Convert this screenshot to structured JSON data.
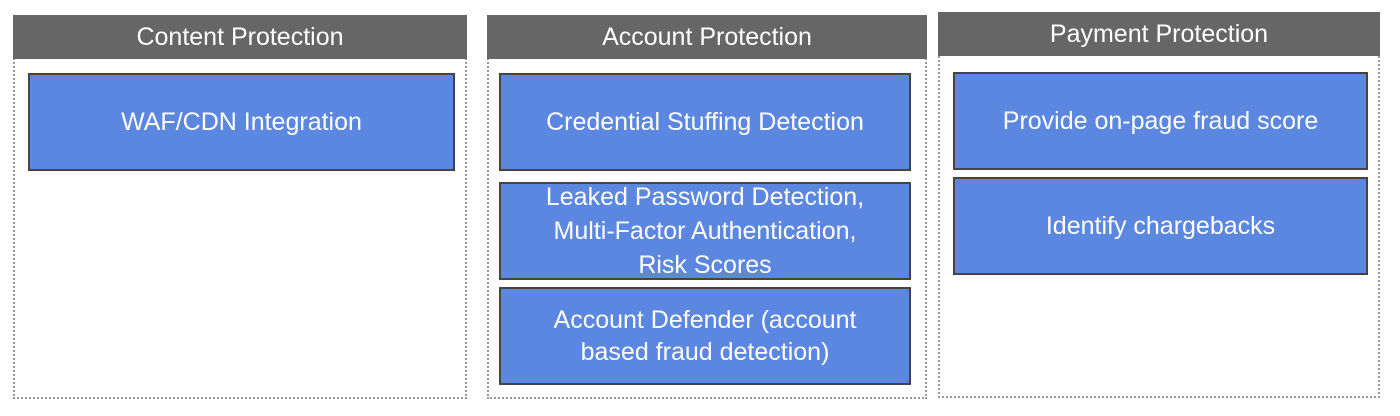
{
  "columns": [
    {
      "header": "Content Protection",
      "boxes": [
        {
          "lines": [
            "WAF/CDN Integration"
          ]
        }
      ]
    },
    {
      "header": "Account Protection",
      "boxes": [
        {
          "lines": [
            "Credential Stuffing Detection"
          ]
        },
        {
          "lines": [
            "Leaked Password Detection,",
            "Multi-Factor Authentication,",
            "Risk Scores"
          ]
        },
        {
          "lines": [
            "Account Defender (account",
            "based fraud detection)"
          ]
        }
      ]
    },
    {
      "header": "Payment Protection",
      "boxes": [
        {
          "lines": [
            "Provide on-page fraud score"
          ]
        },
        {
          "lines": [
            "Identify chargebacks"
          ]
        }
      ]
    }
  ]
}
